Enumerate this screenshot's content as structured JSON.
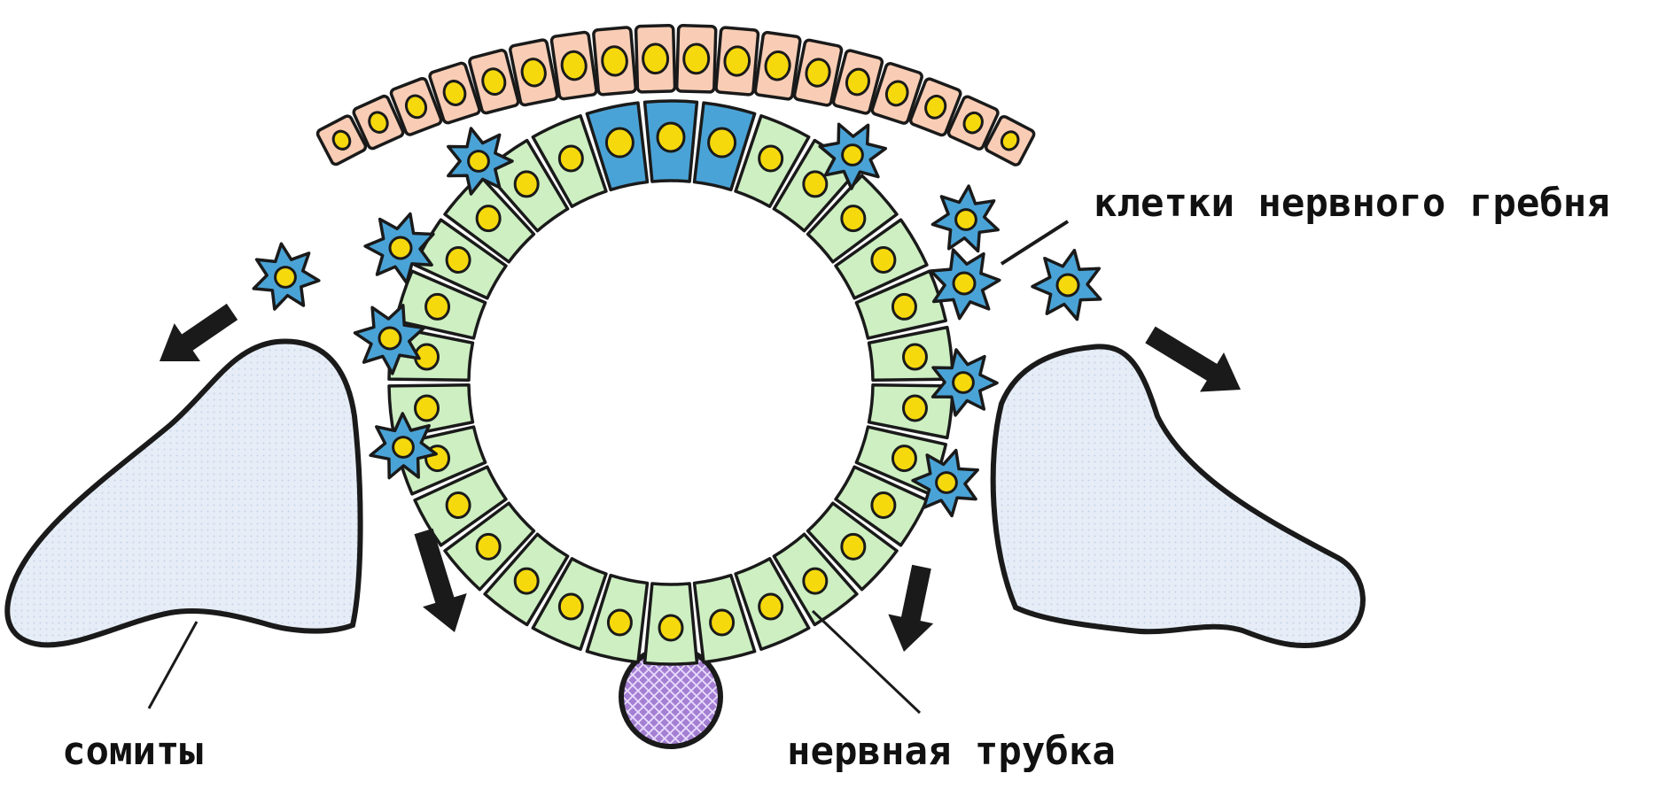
{
  "labels": {
    "neural_crest": "клетки нервного гребня",
    "somites": "сомиты",
    "neural_tube": "нервная трубка"
  },
  "colors": {
    "ectoderm": "#f9cdb5",
    "neural_tube_cells": "#cdefc2",
    "roof_plate_cells": "#4aa3d6",
    "crest_cells": "#4aa3d6",
    "nucleus": "#f6d90c",
    "somite": "#e4ecf6",
    "notochord": "#a27bd1",
    "outline": "#1a1a1a"
  },
  "icons": [
    "arrow-icon",
    "neural-crest-cell-icon",
    "cell-nucleus-icon"
  ]
}
